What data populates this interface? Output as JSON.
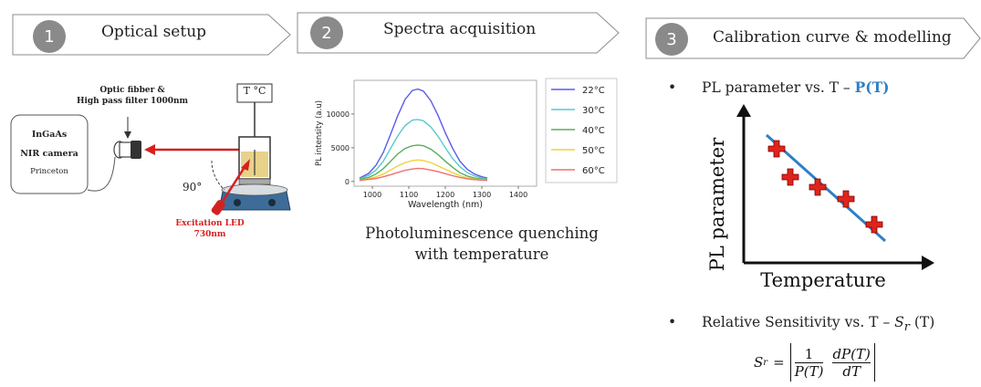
{
  "steps": [
    {
      "number": "1",
      "label": "Optical setup"
    },
    {
      "number": "2",
      "label": "Spectra acquisition"
    },
    {
      "number": "3",
      "label": "Calibration curve & modelling"
    }
  ],
  "setup": {
    "camera_line1": "InGaAs",
    "camera_line2": "NIR camera",
    "camera_line3": "Princeton",
    "fiber_line1": "Optic fibber &",
    "fiber_line2": "High pass filter 1000nm",
    "temp_box": "T °C",
    "angle": "90°",
    "led_line1": "Excitation LED",
    "led_line2": "730nm",
    "colors": {
      "beam": "#d62020",
      "sample": "#e8d28a",
      "stirrer": "#3d6c98"
    }
  },
  "spectra": {
    "caption_line1": "Photoluminescence quenching",
    "caption_line2": "with temperature"
  },
  "chart_data": {
    "type": "line",
    "xlabel": "Wavelength (nm)",
    "ylabel": "PL intensity (a.u)",
    "xlim": [
      950,
      1450
    ],
    "ylim": [
      -700,
      15000
    ],
    "xticks": [
      1000,
      1100,
      1200,
      1300,
      1400
    ],
    "yticks": [
      0,
      5000,
      10000
    ],
    "legend_position": "right",
    "x": [
      965,
      990,
      1010,
      1030,
      1050,
      1070,
      1090,
      1110,
      1125,
      1140,
      1160,
      1180,
      1200,
      1220,
      1240,
      1260,
      1280,
      1300,
      1315
    ],
    "series": [
      {
        "name": "22°C",
        "color": "#5b5bea",
        "values": [
          500,
          1200,
          2400,
          4300,
          7000,
          9800,
          12200,
          13500,
          13700,
          13400,
          12000,
          9800,
          7200,
          4900,
          3000,
          1800,
          1100,
          700,
          500
        ]
      },
      {
        "name": "30°C",
        "color": "#59c9cf",
        "values": [
          400,
          900,
          1700,
          3000,
          4900,
          6800,
          8300,
          9100,
          9200,
          9000,
          8100,
          6700,
          5000,
          3400,
          2200,
          1300,
          800,
          500,
          400
        ]
      },
      {
        "name": "40°C",
        "color": "#5aae5a",
        "values": [
          300,
          600,
          1100,
          1900,
          3000,
          4100,
          4900,
          5300,
          5400,
          5300,
          4800,
          4000,
          3000,
          2100,
          1300,
          800,
          500,
          350,
          300
        ]
      },
      {
        "name": "50°C",
        "color": "#f0d23c",
        "values": [
          200,
          400,
          700,
          1100,
          1700,
          2300,
          2800,
          3100,
          3200,
          3100,
          2800,
          2300,
          1800,
          1300,
          850,
          550,
          350,
          250,
          200
        ]
      },
      {
        "name": "60°C",
        "color": "#f07070",
        "values": [
          150,
          300,
          450,
          700,
          1000,
          1350,
          1650,
          1850,
          1950,
          1900,
          1700,
          1450,
          1150,
          850,
          600,
          400,
          280,
          200,
          150
        ]
      }
    ]
  },
  "calibration": {
    "bullet1_prefix": "PL parameter vs. T – ",
    "bullet1_highlight": "P(T)",
    "plot_ylabel": "PL parameter",
    "plot_xlabel": "Temperature",
    "line_color": "#2e7fc4",
    "marker_color": "#e0241c",
    "bullet2_prefix": "Relative Sensitivity vs. T – ",
    "bullet2_symbol": "S",
    "bullet2_sub": "r",
    "bullet2_suffix": " (T)",
    "formula_lhs": "S",
    "formula_lhs_sub": "r",
    "formula_num1": "1",
    "formula_den1": "P(T)",
    "formula_num2": "dP(T)",
    "formula_den2": "dT",
    "bullet_symbol": "•"
  }
}
